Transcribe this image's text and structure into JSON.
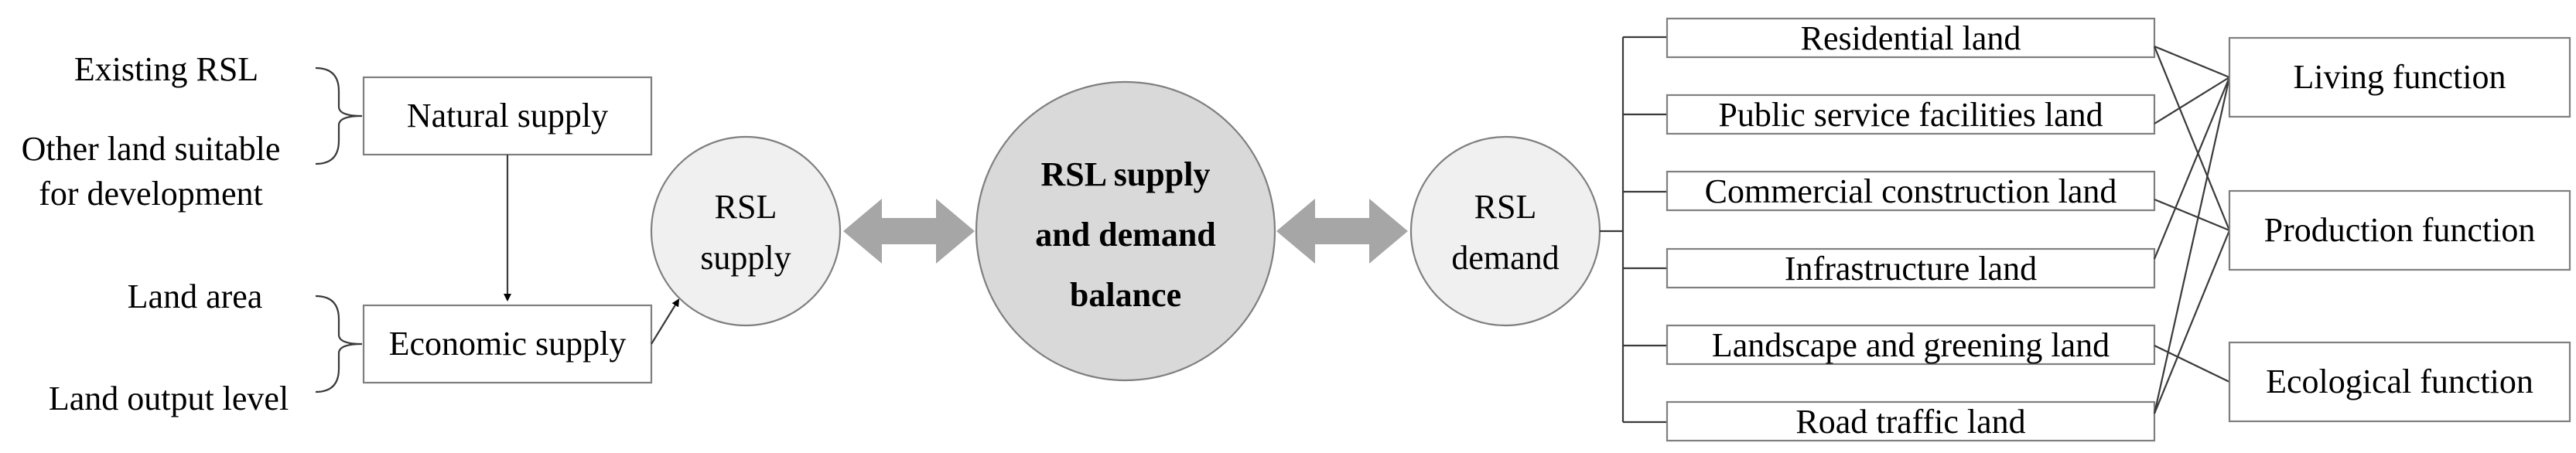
{
  "supply_factors": {
    "existing_rsl": "Existing RSL",
    "other_land_line1": "Other land suitable",
    "other_land_line2": "for development",
    "land_area": "Land area",
    "land_output_level": "Land output level"
  },
  "supply_types": {
    "natural": "Natural supply",
    "economic": "Economic supply"
  },
  "rsl_supply": {
    "line1": "RSL",
    "line2": "supply"
  },
  "balance": {
    "line1": "RSL supply",
    "line2": "and demand",
    "line3": "balance"
  },
  "rsl_demand": {
    "line1": "RSL",
    "line2": "demand"
  },
  "demand_lands": [
    "Residential land",
    "Public service facilities land",
    "Commercial construction land",
    "Infrastructure land",
    "Landscape and greening land",
    "Road traffic land"
  ],
  "functions": [
    "Living function",
    "Production function",
    "Ecological function"
  ],
  "colors": {
    "arrow_gray": "#a6a6a6",
    "balance_fill": "#d9d9d9",
    "circle_fill": "#f0f0f0",
    "box_stroke": "#7f7f7f"
  }
}
